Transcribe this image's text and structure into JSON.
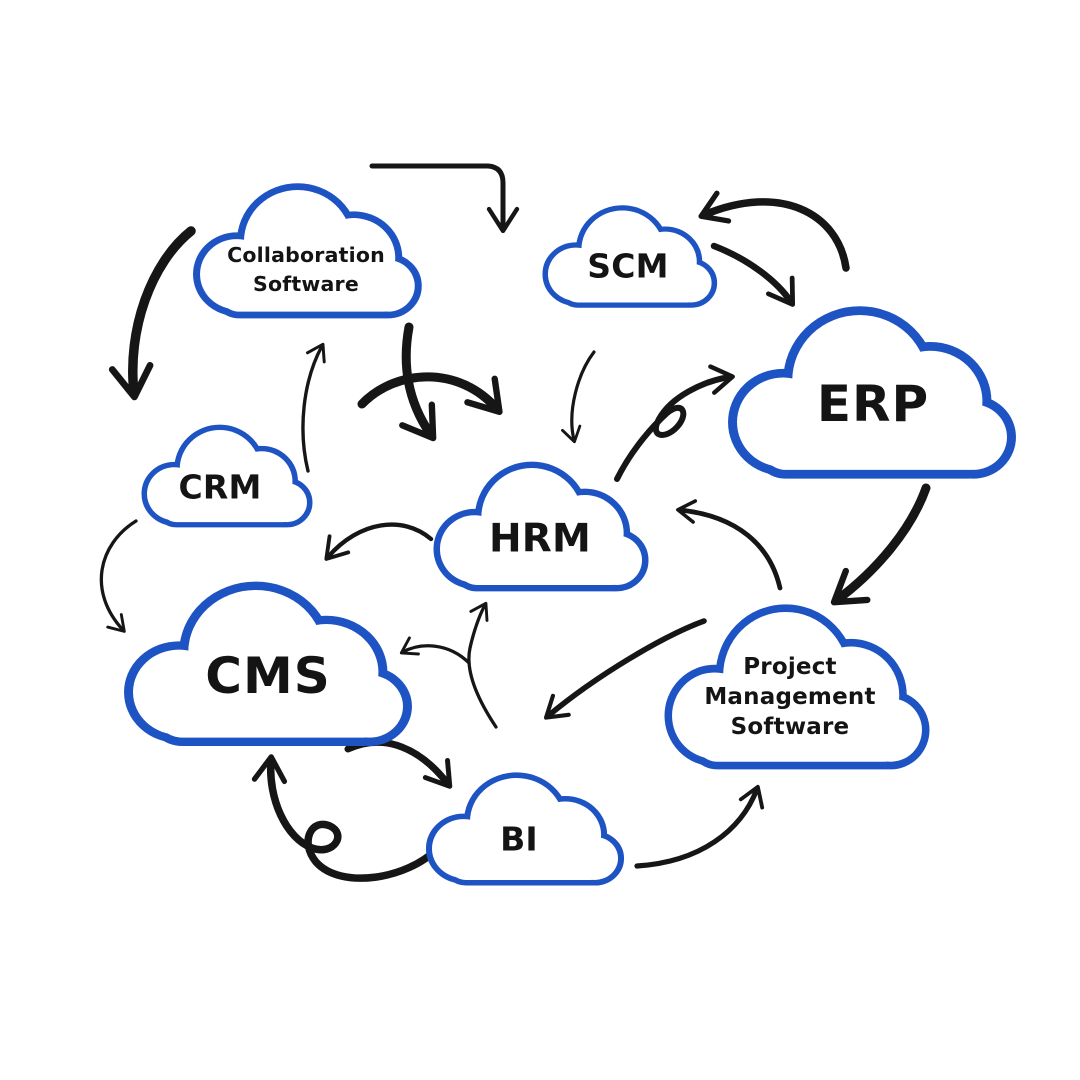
{
  "title": "Software categories cloud diagram",
  "colors": {
    "background": "#ffffff",
    "cloud_outline": "#1d53c2",
    "cloud_fill": "#ffffff",
    "arrow": "#161616",
    "label_text": "#141414"
  },
  "clouds": {
    "collaboration": {
      "label": "Collaboration\nSoftware"
    },
    "scm": {
      "label": "SCM"
    },
    "erp": {
      "label": "ERP"
    },
    "crm": {
      "label": "CRM"
    },
    "hrm": {
      "label": "HRM"
    },
    "cms": {
      "label": "CMS"
    },
    "pms": {
      "label": "Project\nManagement\nSoftware"
    },
    "bi": {
      "label": "BI"
    }
  },
  "connections": [
    {
      "id": "a1",
      "from": "collaboration",
      "to": "scm",
      "style": "thin",
      "shape": "elbow"
    },
    {
      "id": "a2",
      "from": "erp",
      "to": "scm",
      "style": "thick",
      "shape": "arc"
    },
    {
      "id": "a3",
      "from": "scm",
      "to": "erp",
      "style": "medium",
      "shape": "arc"
    },
    {
      "id": "a4",
      "from": "collaboration",
      "to": "crm",
      "style": "thick",
      "shape": "arc"
    },
    {
      "id": "a5",
      "from": "crm",
      "to": "collaboration",
      "style": "thin",
      "shape": "arc"
    },
    {
      "id": "a6",
      "from": "collaboration",
      "to": "hrm",
      "style": "thick",
      "shape": "arc"
    },
    {
      "id": "a7",
      "from": "crm",
      "to": "hrm",
      "style": "thick",
      "shape": "arc"
    },
    {
      "id": "a8",
      "from": "scm",
      "to": "hrm",
      "style": "thin",
      "shape": "arc"
    },
    {
      "id": "a9",
      "from": "hrm",
      "to": "erp",
      "style": "medium",
      "shape": "curl-loop"
    },
    {
      "id": "a10",
      "from": "erp",
      "to": "pms",
      "style": "thick",
      "shape": "arc"
    },
    {
      "id": "a11",
      "from": "pms",
      "to": "hrm",
      "style": "medium",
      "shape": "arc"
    },
    {
      "id": "a12",
      "from": "crm",
      "to": "cms",
      "style": "thin",
      "shape": "arc"
    },
    {
      "id": "a13",
      "from": "hrm",
      "to": "cms",
      "style": "thin",
      "shape": "arc"
    },
    {
      "id": "a14",
      "from": "bi",
      "to": "hrm",
      "style": "thin",
      "shape": "branched"
    },
    {
      "id": "a14b",
      "from": "bi",
      "to": "cms",
      "style": "thin",
      "shape": "branched"
    },
    {
      "id": "a15",
      "from": "pms",
      "to": "bi",
      "style": "medium",
      "shape": "arc"
    },
    {
      "id": "a16",
      "from": "cms",
      "to": "bi",
      "style": "thick",
      "shape": "arc"
    },
    {
      "id": "a17",
      "from": "bi",
      "to": "cms",
      "style": "thick",
      "shape": "curl-loop"
    },
    {
      "id": "a18",
      "from": "bi",
      "to": "pms",
      "style": "medium",
      "shape": "arc"
    }
  ]
}
